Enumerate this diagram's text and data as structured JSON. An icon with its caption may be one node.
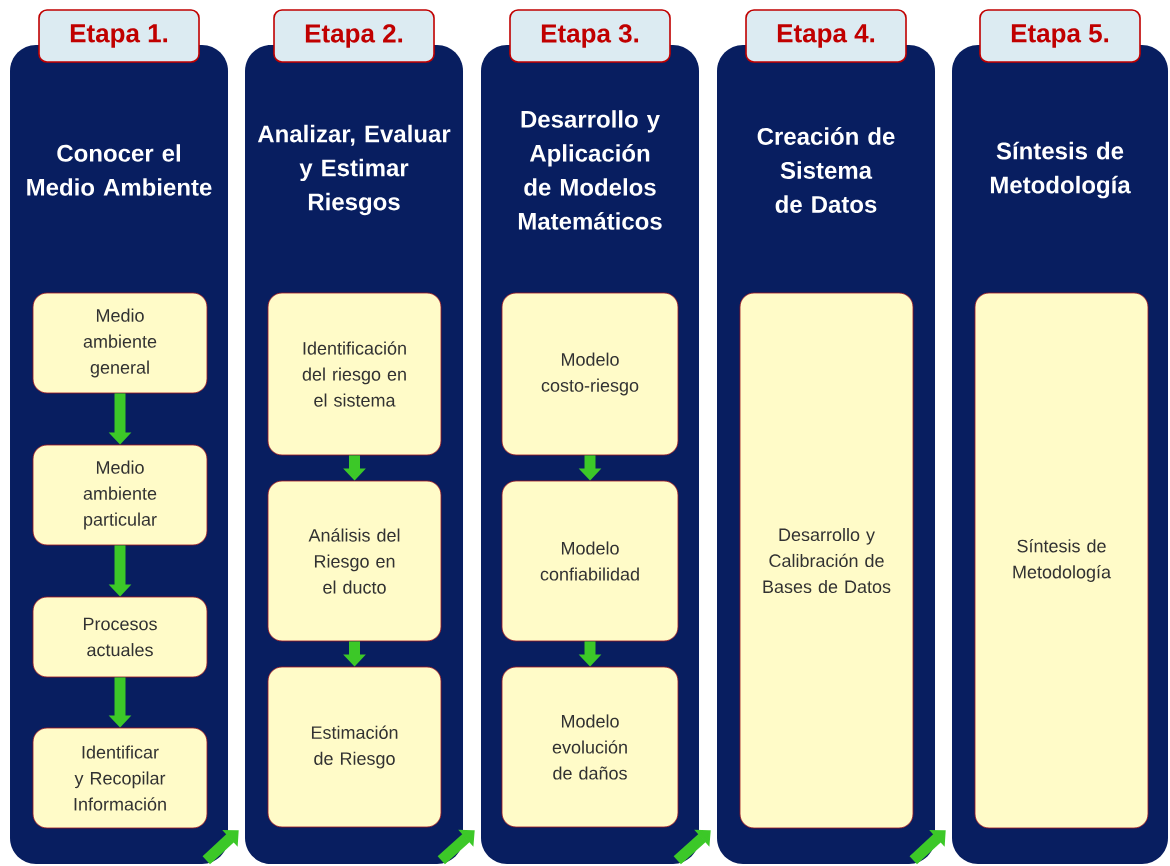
{
  "diagram": {
    "nodes": [
      {
        "text": [
          "Etapa 1."
        ]
      },
      {
        "text": [
          "Conocer el Medio Ambiente"
        ]
      },
      {
        "text": [
          "Medio ambiente general"
        ],
        "in": 1
      },
      {
        "text": [
          "Medio ambiente particular"
        ],
        "in": 1
      },
      {
        "text": [
          "Procesos actuales"
        ],
        "in": 1
      },
      {
        "text": [
          "Identificar y Recopilar Información"
        ],
        "in": 1
      },
      {
        "text": [
          "Etapa 2."
        ]
      },
      {
        "text": [
          "Analizar, Evaluar y Estimar Riesgos"
        ]
      },
      {
        "text": [
          "Identificación del riesgo en el sistema"
        ],
        "in": 7
      },
      {
        "text": [
          "Análisis del Riesgo en el ducto"
        ],
        "in": 7
      },
      {
        "text": [
          "Estimación de Riesgo"
        ],
        "in": 7
      },
      {
        "text": [
          "Etapa 3."
        ]
      },
      {
        "text": [
          "Desarrollo y Aplicación de Modelos Matemáticos"
        ]
      },
      {
        "text": [
          "Modelo costo-riesgo"
        ],
        "in": 12
      },
      {
        "text": [
          "Modelo confiabilidad"
        ],
        "in": 12
      },
      {
        "text": [
          "Modelo evolución de daños"
        ],
        "in": 12
      },
      {
        "text": [
          "Etapa 4."
        ]
      },
      {
        "text": [
          "Creación de Sistema de Datos"
        ]
      },
      {
        "text": [
          "Desarrollo y Calibración de Bases de Datos"
        ],
        "in": 17
      },
      {
        "text": [
          "Etapa 5."
        ]
      },
      {
        "text": [
          "Síntesis de Metodología"
        ]
      },
      {
        "text": [
          "Síntesis de Metodología"
        ],
        "in": 20
      }
    ],
    "edges": [
      {
        "from": 2,
        "to": 3,
        "arrow": "to"
      },
      {
        "from": 3,
        "to": 4,
        "arrow": "to"
      },
      {
        "from": 4,
        "to": 5,
        "arrow": "to"
      },
      {
        "from": 8,
        "to": 9,
        "arrow": "to"
      },
      {
        "from": 9,
        "to": 10,
        "arrow": "to"
      },
      {
        "from": 13,
        "to": 14,
        "arrow": "to"
      },
      {
        "from": 14,
        "to": 15,
        "arrow": "to"
      },
      {
        "from": 1,
        "to": 7,
        "arrow": "to"
      },
      {
        "from": 7,
        "to": 12,
        "arrow": "to"
      },
      {
        "from": 12,
        "to": 17,
        "arrow": "to"
      },
      {
        "from": 17,
        "to": 20,
        "arrow": "to"
      }
    ]
  }
}
